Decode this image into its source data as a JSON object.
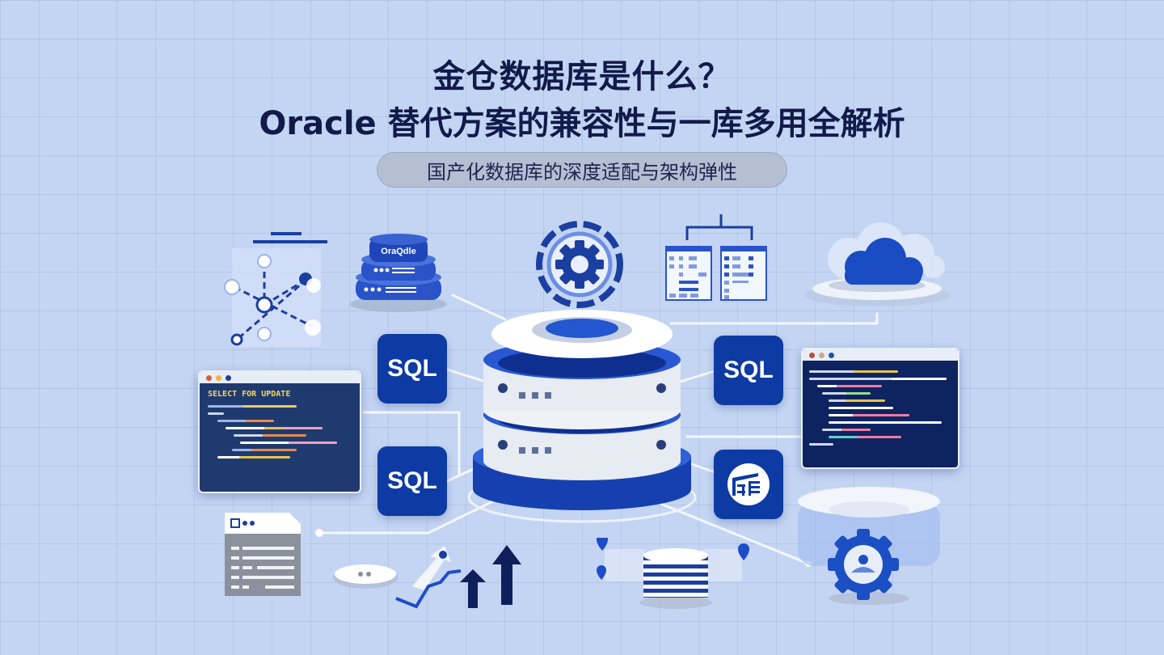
{
  "header": {
    "title_line1": "金仓数据库是什么？",
    "title_line2": "Oracle 替代方案的兼容性与一库多用全解析",
    "subtitle": "国产化数据库的深度适配与架构弹性"
  },
  "illustration": {
    "oracle_db_label": "OraQdle",
    "sql_tiles": [
      {
        "label": "SQL",
        "position": "left-upper"
      },
      {
        "label": "SQL",
        "position": "right-upper"
      },
      {
        "label": "SQL",
        "position": "left-lower"
      }
    ],
    "left_code_window": {
      "heading": "SELECT FOR UPDATE"
    },
    "icons": [
      "network-graph-icon",
      "oracle-database-icon",
      "gear-icon",
      "table-schema-icon",
      "cloud-icon",
      "central-database-icon",
      "document-icon",
      "chat-bubble-icon",
      "trend-line-icon",
      "up-arrows-icon",
      "distributed-database-icon",
      "gear-database-icon",
      "building-app-icon"
    ]
  },
  "colors": {
    "background": "#c4d5f3",
    "title": "#111a4a",
    "primary_blue": "#0d3aa3",
    "accent_blue": "#2452c8",
    "dark_navy": "#0f1f5c",
    "pill": "#b4bfd3"
  }
}
